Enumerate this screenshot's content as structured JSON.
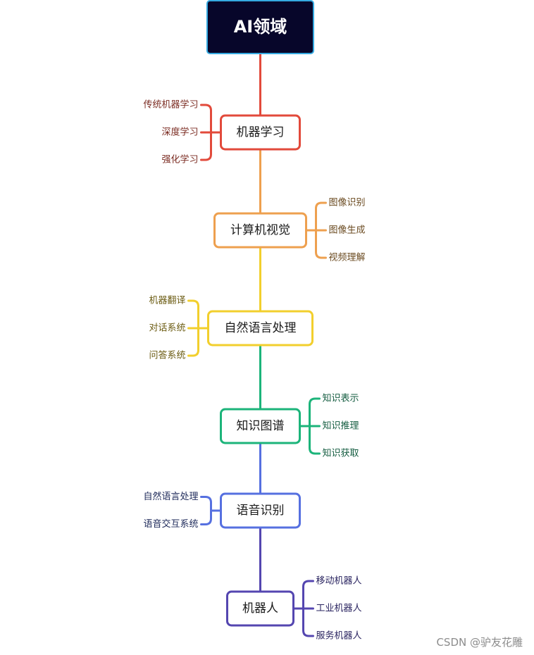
{
  "root": {
    "label": "AI领域",
    "fill": "#07062a",
    "border": "#35a9e0"
  },
  "branches": [
    {
      "label": "机器学习",
      "color": "#e24a3b",
      "text_color": "#7a2a20",
      "side": "left",
      "children": [
        "传统机器学习",
        "深度学习",
        "强化学习"
      ]
    },
    {
      "label": "计算机视觉",
      "color": "#eea04f",
      "text_color": "#6a4a20",
      "side": "right",
      "children": [
        "图像识别",
        "图像生成",
        "视频理解"
      ]
    },
    {
      "label": "自然语言处理",
      "color": "#f2cf2d",
      "text_color": "#6a5a10",
      "side": "left",
      "children": [
        "机器翻译",
        "对话系统",
        "问答系统"
      ]
    },
    {
      "label": "知识图谱",
      "color": "#1cb47a",
      "text_color": "#145c40",
      "side": "right",
      "children": [
        "知识表示",
        "知识推理",
        "知识获取"
      ]
    },
    {
      "label": "语音识别",
      "color": "#5670e0",
      "text_color": "#1e2a5a",
      "side": "left",
      "children": [
        "自然语言处理",
        "语音交互系统"
      ]
    },
    {
      "label": "机器人",
      "color": "#5446b0",
      "text_color": "#2a2460",
      "side": "right",
      "children": [
        "移动机器人",
        "工业机器人",
        "服务机器人"
      ]
    }
  ],
  "watermark": "CSDN @驴友花雕"
}
